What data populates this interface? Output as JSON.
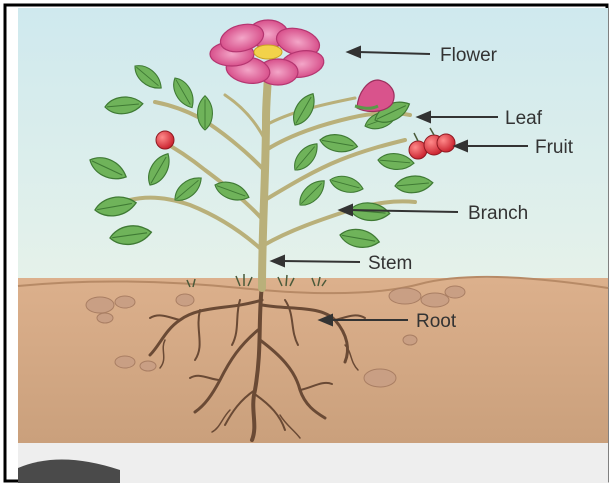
{
  "diagram": {
    "labels": {
      "flower": "Flower",
      "leaf": "Leaf",
      "fruit": "Fruit",
      "branch": "Branch",
      "stem": "Stem",
      "root": "Root"
    },
    "colors": {
      "sky": "#dbeeee",
      "soil": "#d6a883",
      "stem": "#b9b07a",
      "leaf": "#6fb35a",
      "flower": "#d9538c",
      "fruit": "#d92f3a",
      "root": "#6a4a35",
      "arrow": "#333333",
      "border": "#000000"
    }
  }
}
